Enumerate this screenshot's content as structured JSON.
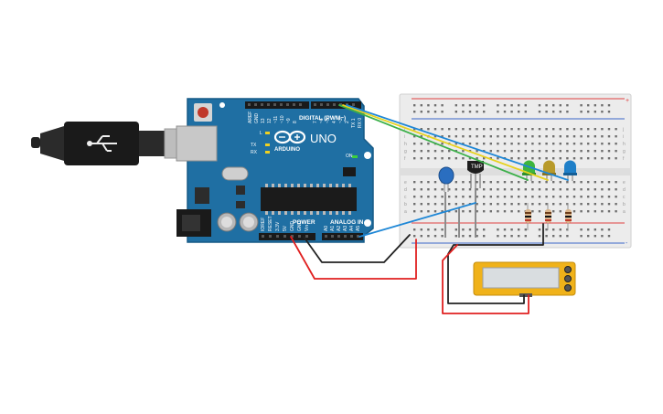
{
  "arduino": {
    "brand": "ARDUINO",
    "model": "UNO",
    "digital_label": "DIGITAL (PWM~)",
    "power_label": "POWER",
    "analog_label": "ANALOG IN",
    "on_label": "ON",
    "l_label": "L",
    "tx_label": "TX",
    "rx_label": "RX",
    "aref": "AREF",
    "gnd": "GND",
    "analog_pins": [
      "A0",
      "A1",
      "A2",
      "A3",
      "A4",
      "A5"
    ],
    "power_pins": [
      "IOREF",
      "RESET",
      "3.3V",
      "5V",
      "GND",
      "GND",
      "Vin"
    ],
    "digital_pins": [
      "13",
      "12",
      "~11",
      "~10",
      "~9",
      "8",
      "7",
      "~6",
      "~5",
      "4",
      "~3",
      "2",
      "TX 1",
      "RX 0"
    ]
  },
  "sensor": {
    "label": "TMP"
  },
  "breadboard": {
    "row_letters_top": [
      "j",
      "i",
      "h",
      "g",
      "f"
    ],
    "row_letters_bottom": [
      "e",
      "d",
      "c",
      "b",
      "a"
    ],
    "rail_plus": "+",
    "rail_minus": "-"
  },
  "colors": {
    "board": "#1f6fa3",
    "wire_blue": "#1e87d6",
    "wire_red": "#e02020",
    "wire_black": "#222222",
    "wire_green": "#3cb04a",
    "wire_yellow": "#e7d21f",
    "led_green": "#3db53d",
    "led_yellow": "#c9a227",
    "led_blue": "#1e7fc8",
    "lcd_frame": "#f0b21a",
    "lcd_screen": "#d9dde0"
  }
}
